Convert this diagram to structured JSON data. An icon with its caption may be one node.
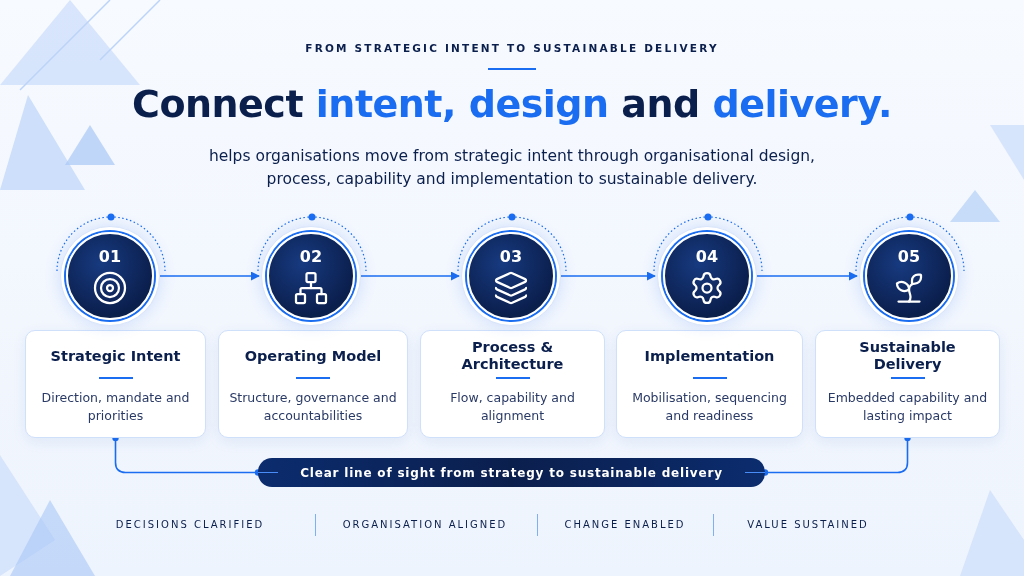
{
  "diagram": {
    "title": "Connect intent, design and delivery.",
    "nodes": [
      {
        "text": [
          "01"
        ]
      },
      {
        "text": [
          "Strategic Intent",
          "Direction, mandate and priorities"
        ]
      },
      {
        "text": [
          "02"
        ]
      },
      {
        "text": [
          "Operating Model",
          "Structure, governance and accountabilities"
        ]
      },
      {
        "text": [
          "03"
        ]
      },
      {
        "text": [
          "Process & Architecture",
          "Flow, capability and alignment"
        ]
      },
      {
        "text": [
          "04"
        ]
      },
      {
        "text": [
          "Implementation",
          "Mobilisation, sequencing and readiness"
        ]
      },
      {
        "text": [
          "05"
        ]
      },
      {
        "text": [
          "Sustainable Delivery",
          "Embedded capability and lasting impact"
        ]
      },
      {
        "text": [
          "Clear line of sight from strategy to sustainable delivery"
        ]
      }
    ],
    "edges": [
      {
        "from": 0,
        "to": 2,
        "arrow": "to"
      },
      {
        "from": 2,
        "to": 4,
        "arrow": "to"
      },
      {
        "from": 4,
        "to": 6,
        "arrow": "to"
      },
      {
        "from": 6,
        "to": 8,
        "arrow": "to"
      },
      {
        "from": 1,
        "to": 10,
        "arrow": "other"
      },
      {
        "from": 10,
        "to": 9,
        "arrow": "other"
      }
    ],
    "labels": [
      "FROM STRATEGIC INTENT TO SUSTAINABLE DELIVERY",
      "helps organisations move from strategic intent through organisational design, process, capability and implementation to sustainable delivery.",
      "DECISIONS CLARIFIED",
      "ORGANISATION ALIGNED",
      "CHANGE ENABLED",
      "VALUE SUSTAINED"
    ]
  }
}
